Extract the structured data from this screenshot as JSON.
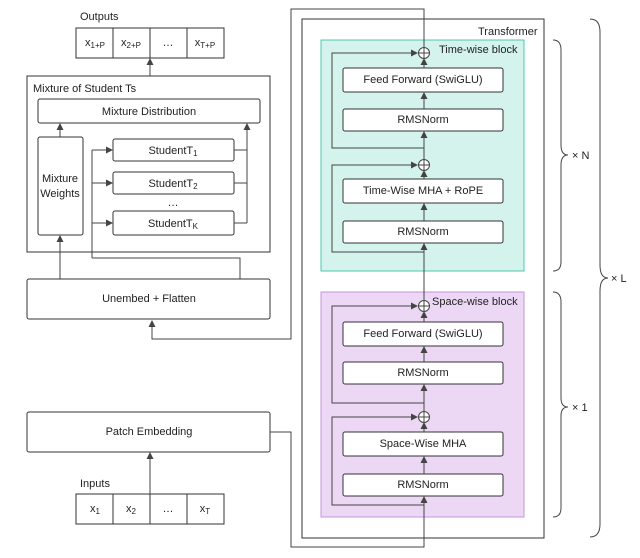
{
  "outputs": {
    "label": "Outputs",
    "cells": [
      {
        "base": "x",
        "sub": "1+P"
      },
      {
        "base": "x",
        "sub": "2+P"
      },
      {
        "base": "…",
        "sub": ""
      },
      {
        "base": "x",
        "sub": "T+P"
      }
    ]
  },
  "mixture": {
    "title": "Mixture of Student Ts",
    "distribution": "Mixture Distribution",
    "weights_line1": "Mixture",
    "weights_line2": "Weights",
    "students": [
      {
        "base": "StudentT",
        "sub": "1"
      },
      {
        "base": "StudentT",
        "sub": "2"
      },
      {
        "base": "…",
        "sub": ""
      },
      {
        "base": "StudentT",
        "sub": "K"
      }
    ]
  },
  "unembed": "Unembed + Flatten",
  "patch_embedding": "Patch Embedding",
  "inputs": {
    "label": "Inputs",
    "cells": [
      {
        "base": "x",
        "sub": "1"
      },
      {
        "base": "x",
        "sub": "2"
      },
      {
        "base": "…",
        "sub": ""
      },
      {
        "base": "x",
        "sub": "T"
      }
    ]
  },
  "transformer": {
    "title": "Transformer",
    "time_block": {
      "title": "Time-wise block",
      "ff": "Feed Forward (SwiGLU)",
      "norm2": "RMSNorm",
      "mha": "Time-Wise MHA + RoPE",
      "norm1": "RMSNorm"
    },
    "space_block": {
      "title": "Space-wise block",
      "ff": "Feed Forward (SwiGLU)",
      "norm2": "RMSNorm",
      "mha": "Space-Wise MHA",
      "norm1": "RMSNorm"
    }
  },
  "repeat": {
    "n": "× N",
    "one": "× 1",
    "l": "× L"
  },
  "colors": {
    "time_fill": "#d3f3ec",
    "time_stroke": "#4cc7b1",
    "space_fill": "#ecd7f5",
    "space_stroke": "#c596dd"
  }
}
